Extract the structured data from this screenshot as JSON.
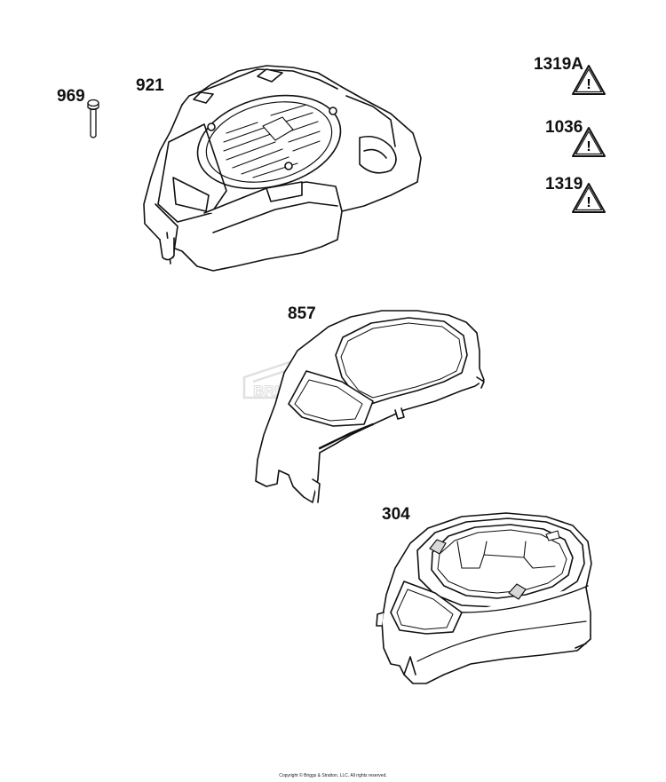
{
  "parts": {
    "pin": "969",
    "top_cover": "921",
    "shroud_plate": "857",
    "blower_housing": "304"
  },
  "warnings": [
    "1319A",
    "1036",
    "1319"
  ],
  "warning_symbol": "!",
  "watermark": "BRIGGS & STRATTON",
  "copyright": "Copyright © Briggs & Stratton, LLC. All rights reserved.",
  "colors": {
    "line": "#111111",
    "watermark": "#e2e2e2",
    "shade": "#d8d8d8"
  }
}
